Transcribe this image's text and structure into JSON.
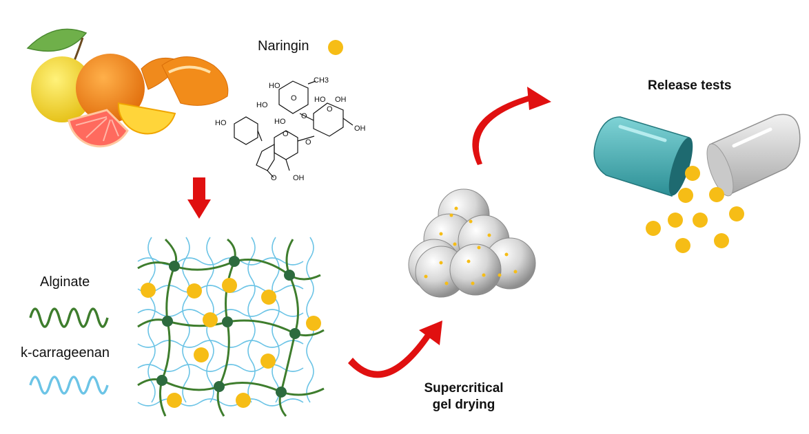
{
  "labels": {
    "naringin": "Naringin",
    "alginate": "Alginate",
    "k_carrageenan": "k-carrageenan",
    "drying_line1": "Supercritical",
    "drying_line2": "gel drying",
    "release": "Release tests"
  },
  "structure": {
    "groups": [
      "HO",
      "HO",
      "HO",
      "CH3",
      "HO",
      "OH",
      "HO",
      "OH",
      "O",
      "O",
      "O",
      "O",
      "OH",
      "O",
      "O"
    ]
  },
  "colors": {
    "naringin_dot": "#f6bd16",
    "alginate": "#3e7d2d",
    "crosslink": "#2d6b3e",
    "carrageenan": "#6cc4e6",
    "arrow_red": "#e01010",
    "capsule_teal": "#4fb9bd",
    "capsule_grey": "#d0d0d0"
  }
}
